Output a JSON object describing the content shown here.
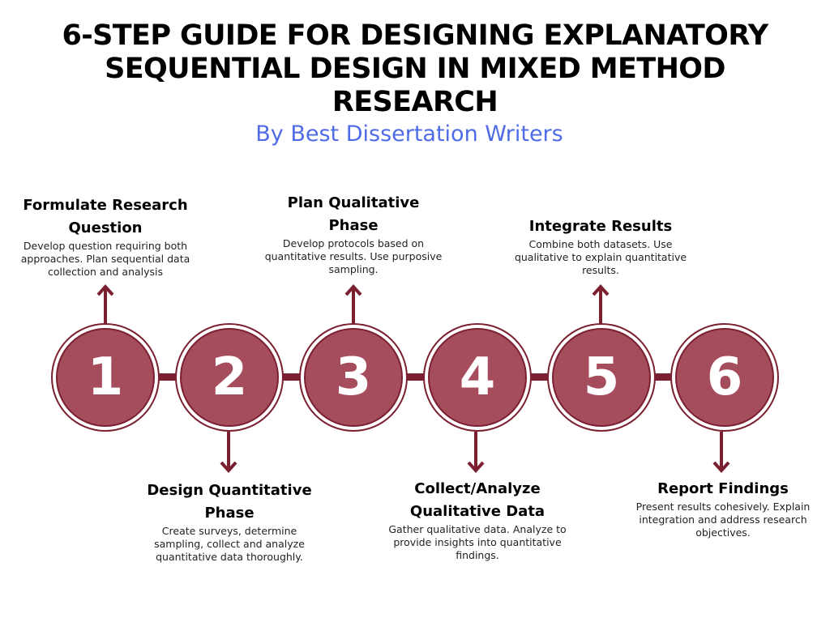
{
  "title": "6-STEP GUIDE FOR DESIGNING EXPLANATORY SEQUENTIAL DESIGN IN MIXED METHOD RESEARCH",
  "subtitle": "By Best Dissertation Writers",
  "colors": {
    "accent": "#a64d5d",
    "connector": "#7a2030",
    "subtitle": "#4f6be6"
  },
  "steps": [
    {
      "number": "1",
      "title": "Formulate Research Question",
      "description": "Develop question requiring both approaches. Plan sequential data collection and analysis",
      "position": "top"
    },
    {
      "number": "2",
      "title": "Design Quantitative Phase",
      "description": "Create surveys, determine sampling, collect and analyze quantitative data thoroughly.",
      "position": "bottom"
    },
    {
      "number": "3",
      "title": "Plan Qualitative Phase",
      "description": "Develop protocols based on quantitative results. Use purposive sampling.",
      "position": "top"
    },
    {
      "number": "4",
      "title": "Collect/Analyze Qualitative Data",
      "description": "Gather qualitative data. Analyze to provide insights into quantitative findings.",
      "position": "bottom"
    },
    {
      "number": "5",
      "title": "Integrate Results",
      "description": "Combine both datasets. Use qualitative to explain quantitative results.",
      "position": "top"
    },
    {
      "number": "6",
      "title": "Report Findings",
      "description": "Present results cohesively. Explain integration and address research objectives.",
      "position": "bottom"
    }
  ]
}
